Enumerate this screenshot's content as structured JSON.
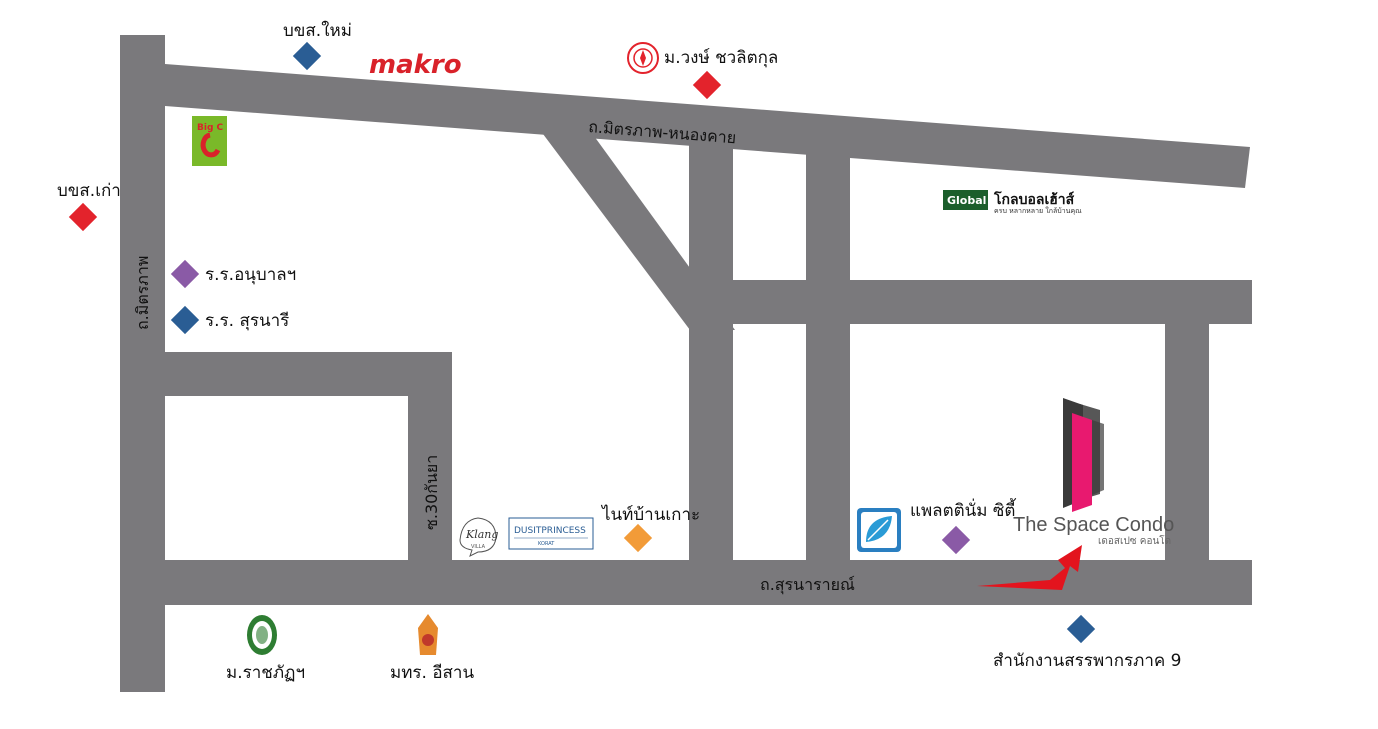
{
  "colors": {
    "road": "#7a797c",
    "background": "#ffffff",
    "marker_red": "#e3232c",
    "marker_blue": "#2a5d94",
    "marker_purple": "#8a5aa6",
    "marker_orange": "#f29b38",
    "arrow": "#e3141e",
    "condo_pink": "#e8196f",
    "condo_dark": "#3a3a3a",
    "makro": "#d9222a",
    "bigc_green": "#7ab929",
    "global_green": "#1b5e2b"
  },
  "roads": {
    "main_north": "ถ.มิตรภาพ-หนองคาย",
    "west": "ถ.มิตรภาพ",
    "south": "ถ.สุรนารายณ์",
    "soi": "ซ.30กันยา"
  },
  "places": {
    "bus_new": "บขส.ใหม่",
    "bus_old": "บขส.เก่า",
    "makro": "makro",
    "vongchavalitkul": "ม.วงษ์ ชวลิตกุล",
    "anuban": "ร.ร.อนุบาลฯ",
    "suranari": "ร.ร. สุรนารี",
    "rajabhat": "ม.ราชภัฏฯ",
    "rmuti": "มทร. อีสาน",
    "night_market": "ไนท์บ้านเกาะ",
    "platinum_city": "แพลตตินั่ม ซิตี้",
    "revenue_office": "สำนักงานสรรพากรภาค 9",
    "bigc": "Big C",
    "global": "Global",
    "global_house": "โกลบอลเฮ้าส์",
    "global_tagline": "ครบ หลากหลาย ใกล้บ้านคุณ",
    "klang": "Klang",
    "klang_sub": "VILLA",
    "dusit": "DUSITPRINCESS",
    "dusit_sub": "KORAT"
  },
  "condo": {
    "title": "The Space Condo",
    "subtitle": "เดอสเปซ คอนโด"
  },
  "icons": {
    "bus_new": "diamond-marker-icon",
    "bus_old": "diamond-marker-icon",
    "arrow": "arrow-icon"
  }
}
